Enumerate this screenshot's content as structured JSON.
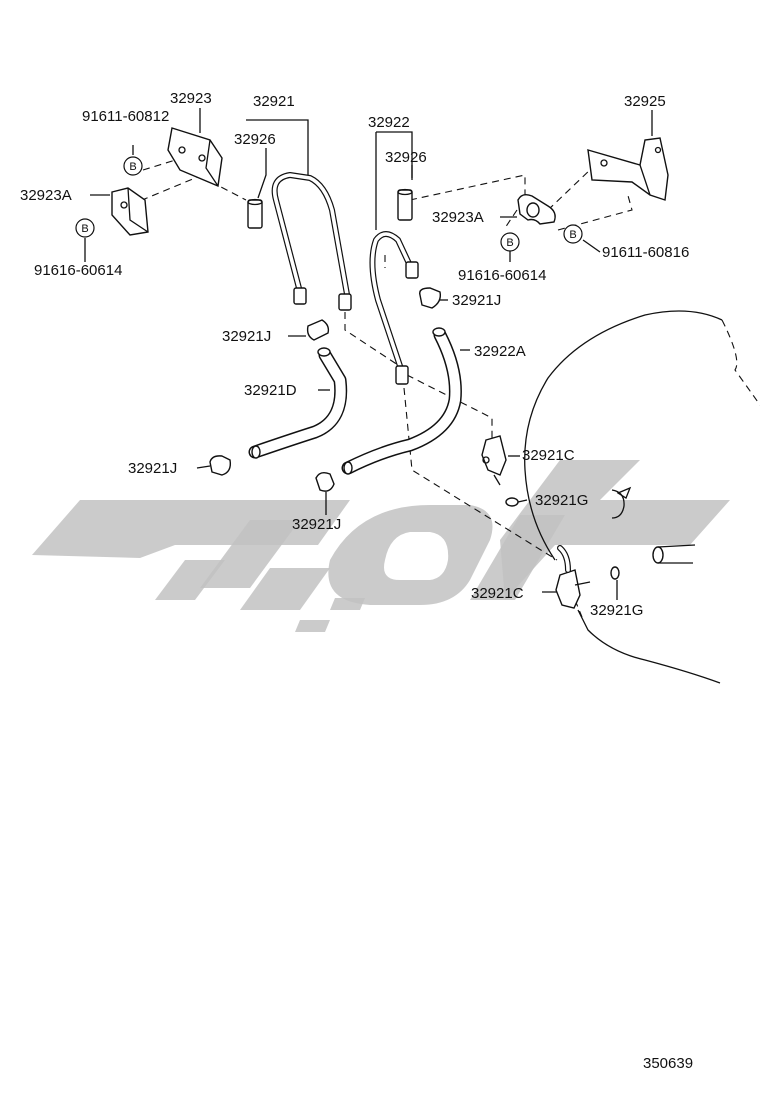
{
  "diagram_id": "350639",
  "bolt_marker": "B",
  "labels": {
    "l32923": "32923",
    "l32921": "32921",
    "l91611_60812": "91611-60812",
    "l32926a": "32926",
    "l32923A_left": "32923A",
    "l91616_60614_left": "91616-60614",
    "l32922": "32922",
    "l32926b": "32926",
    "l32925": "32925",
    "l32923A_right": "32923A",
    "l91611_60816": "91611-60816",
    "l91616_60614_right": "91616-60614",
    "l32921J_a": "32921J",
    "l32921J_b": "32921J",
    "l32922A": "32922A",
    "l32921D": "32921D",
    "l32921C_a": "32921C",
    "l32921J_c": "32921J",
    "l32921G_a": "32921G",
    "l32921J_d": "32921J",
    "l32921C_b": "32921C",
    "l32921G_b": "32921G"
  }
}
